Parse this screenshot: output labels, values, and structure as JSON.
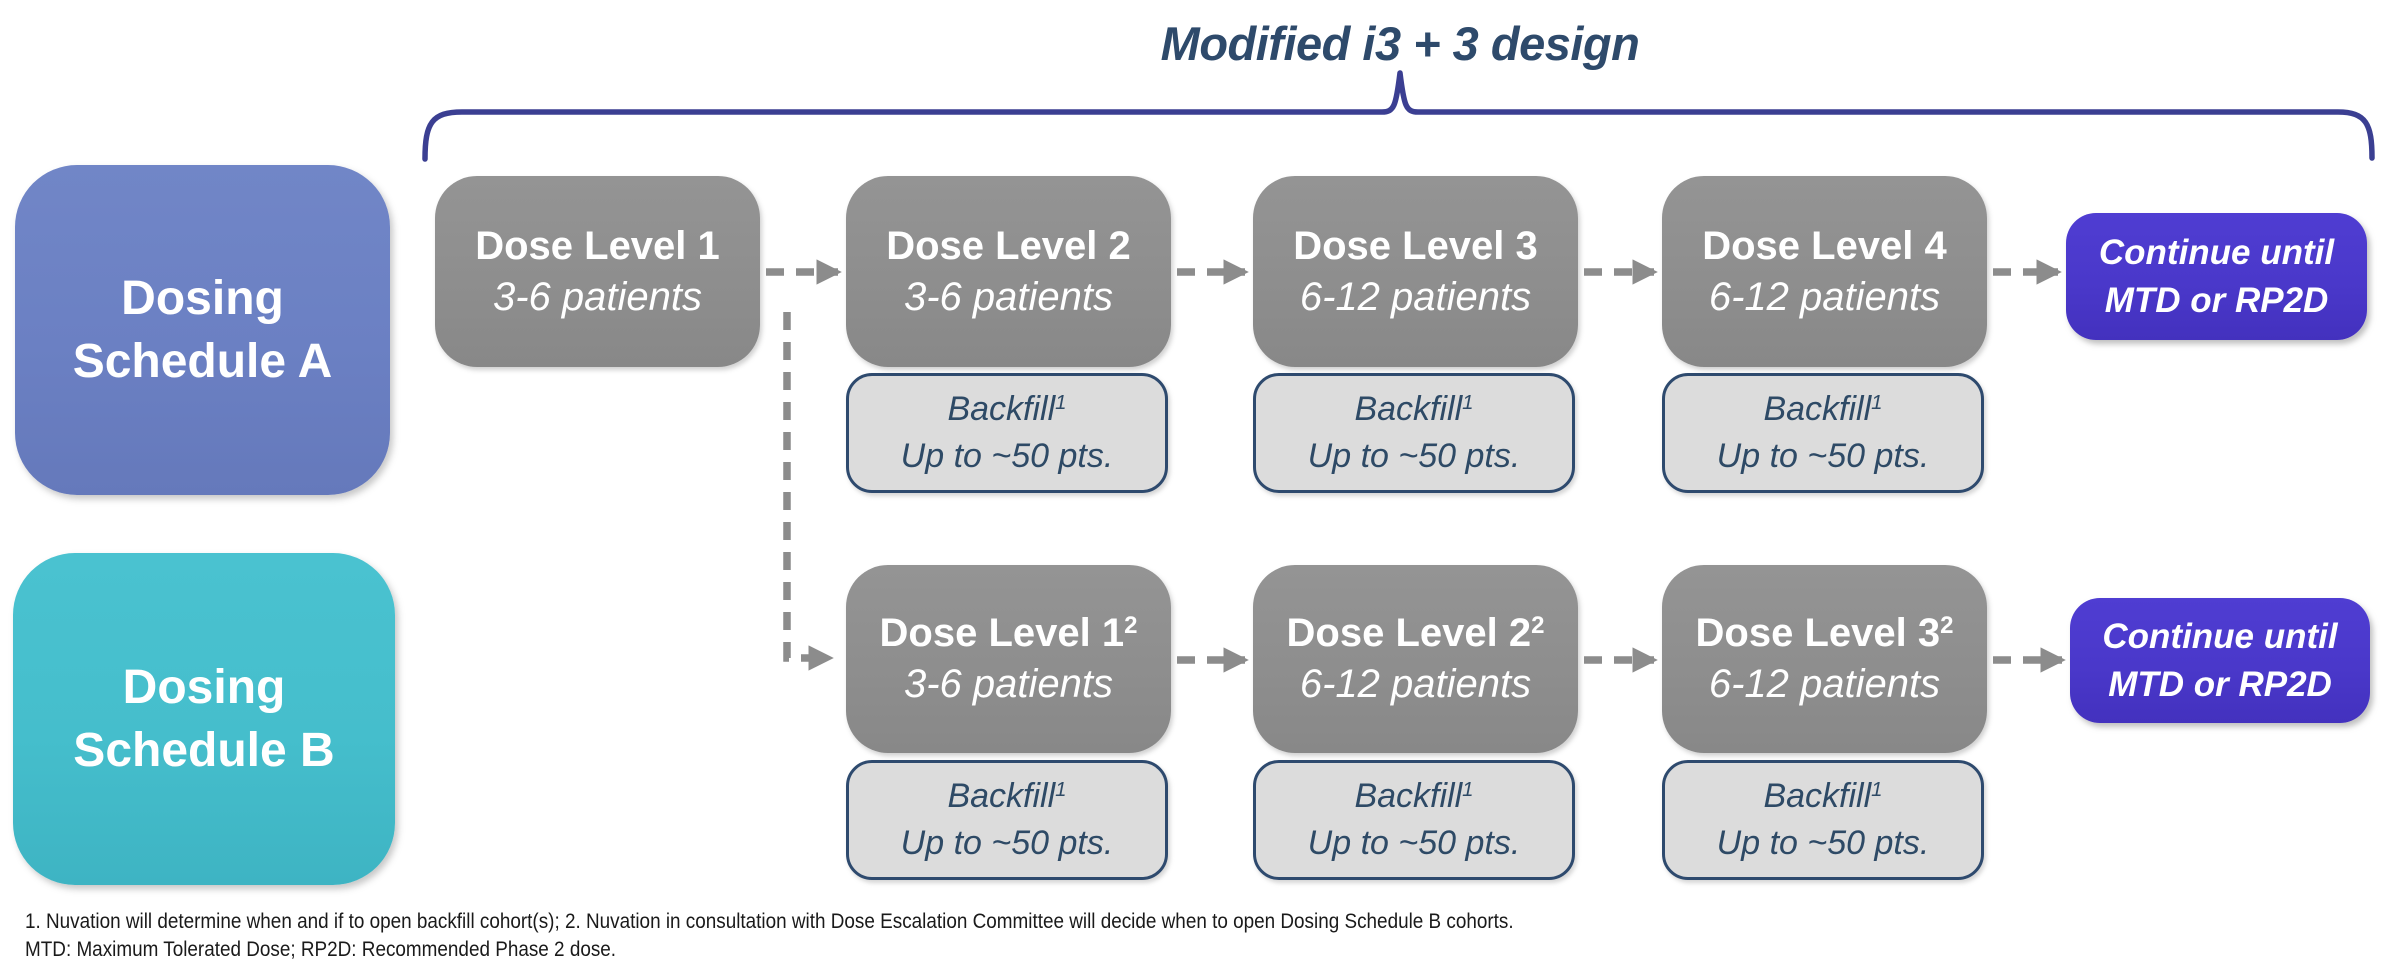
{
  "title": "Modified i3 + 3 design",
  "colors": {
    "schedule_a_blue": "#6B80C3",
    "schedule_b_teal": "#45BECC",
    "dose_box_gray": "#8E8E8E",
    "backfill_bg": "#DCDCDC",
    "backfill_border": "#2E4A6E",
    "continue_purple": "#4A38CA",
    "navy_text": "#2E4A6B",
    "brace_indigo": "#3B3F92",
    "arrow_gray": "#8C8C8C"
  },
  "schedules": {
    "a": {
      "line1": "Dosing",
      "line2": "Schedule A"
    },
    "b": {
      "line1": "Dosing",
      "line2": "Schedule B"
    }
  },
  "rows": {
    "a": {
      "doses": [
        {
          "label": "Dose Level 1",
          "sup": "",
          "patients": "3-6 patients"
        },
        {
          "label": "Dose Level 2",
          "sup": "",
          "patients": "3-6 patients"
        },
        {
          "label": "Dose Level 3",
          "sup": "",
          "patients": "6-12 patients"
        },
        {
          "label": "Dose Level 4",
          "sup": "",
          "patients": "6-12 patients"
        }
      ],
      "continue": {
        "line1": "Continue until",
        "line2": "MTD or RP2D"
      }
    },
    "b": {
      "doses": [
        {
          "label": "Dose Level 1",
          "sup": "2",
          "patients": "3-6 patients"
        },
        {
          "label": "Dose Level 2",
          "sup": "2",
          "patients": "6-12 patients"
        },
        {
          "label": "Dose Level 3",
          "sup": "2",
          "patients": "6-12 patients"
        }
      ],
      "continue": {
        "line1": "Continue until",
        "line2": "MTD or RP2D"
      }
    }
  },
  "backfill": {
    "label": "Backfill",
    "sup": "1",
    "line2": "Up to ~50 pts."
  },
  "footnotes": [
    "1. Nuvation will determine when and if to open backfill cohort(s); 2. Nuvation in consultation with Dose Escalation Committee will decide when to open Dosing Schedule B cohorts.",
    "MTD: Maximum Tolerated Dose; RP2D: Recommended Phase 2 dose."
  ]
}
